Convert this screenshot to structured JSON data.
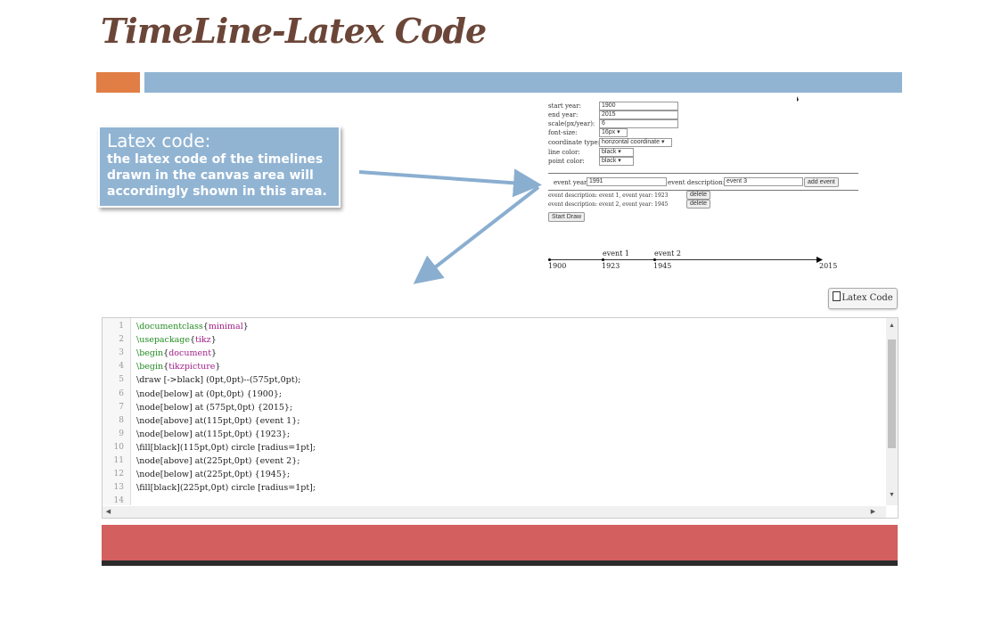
{
  "slide": {
    "title": "TimeLine-Latex Code"
  },
  "callout": {
    "title": "Latex code:",
    "body": "the latex code of the timelines drawn in the canvas area will accordingly shown in this area."
  },
  "form": {
    "start_year_label": "start year:",
    "start_year_value": "1900",
    "end_year_label": "end year:",
    "end_year_value": "2015",
    "scale_label": "scale(px/year):",
    "scale_value": "6",
    "font_size_label": "font-size:",
    "font_size_value": "16px",
    "coordinate_label": "coordinate type:",
    "coordinate_value": "horizontal coordinate",
    "line_color_label": "line color:",
    "line_color_value": "black",
    "point_color_label": "point color:",
    "point_color_value": "black",
    "event_year_label": "event year:",
    "event_year_value": "1991",
    "event_desc_label": "event description:",
    "event_desc_value": "event 3",
    "add_event_label": "add event",
    "events": [
      {
        "text": "event description: event 1, event year: 1923",
        "delete_label": "delete"
      },
      {
        "text": "event description: event 2, event year: 1945",
        "delete_label": "delete"
      }
    ],
    "start_draw_label": "Start Draw"
  },
  "timeline": {
    "start_label": "1900",
    "end_label": "2015",
    "events": [
      {
        "name": "event 1",
        "year": "1923"
      },
      {
        "name": "event 2",
        "year": "1945"
      }
    ]
  },
  "latex_button": {
    "label": "Latex Code",
    "icon": "clipboard-icon"
  },
  "code": {
    "lines": [
      "\\documentclass{minimal}",
      "\\usepackage{tikz}",
      "\\begin{document}",
      "\\begin{tikzpicture}",
      "\\draw [->black] (0pt,0pt)--(575pt,0pt);",
      "\\node[below] at (0pt,0pt) {1900};",
      "\\node[below] at (575pt,0pt) {2015};",
      "\\node[above] at(115pt,0pt) {event 1};",
      "\\node[below] at(115pt,0pt) {1923};",
      "\\fill[black](115pt,0pt) circle [radius=1pt];",
      "\\node[above] at(225pt,0pt) {event 2};",
      "\\node[below] at(225pt,0pt) {1945};",
      "\\fill[black](225pt,0pt) circle [radius=1pt];",
      ""
    ],
    "line_numbers": [
      "1",
      "2",
      "3",
      "4",
      "5",
      "6",
      "7",
      "8",
      "9",
      "10",
      "11",
      "12",
      "13",
      "14"
    ]
  },
  "colors": {
    "title": "#6b4638",
    "accent_orange": "#e07e45",
    "accent_blue": "#91b4d3",
    "footer_red": "#d35f5f",
    "footer_dark": "#2b2b2b"
  }
}
